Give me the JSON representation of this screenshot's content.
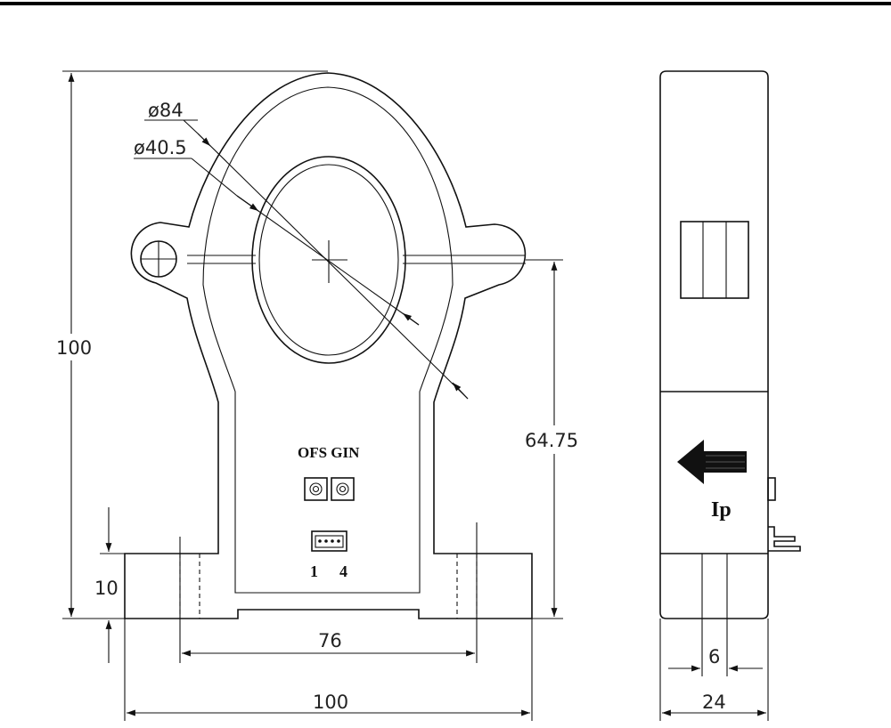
{
  "front_view": {
    "labels": {
      "outer_diameter": "ø84",
      "inner_diameter": "ø40.5",
      "height": "100",
      "hole_height": "64.75",
      "base_height": "10",
      "mount_spacing": "76",
      "width": "100",
      "potentiometer_label": "OFS GIN",
      "pin_first": "1",
      "pin_last": "4"
    }
  },
  "side_view": {
    "labels": {
      "current_direction": "Ip",
      "slot_width": "6",
      "thickness": "24"
    }
  }
}
